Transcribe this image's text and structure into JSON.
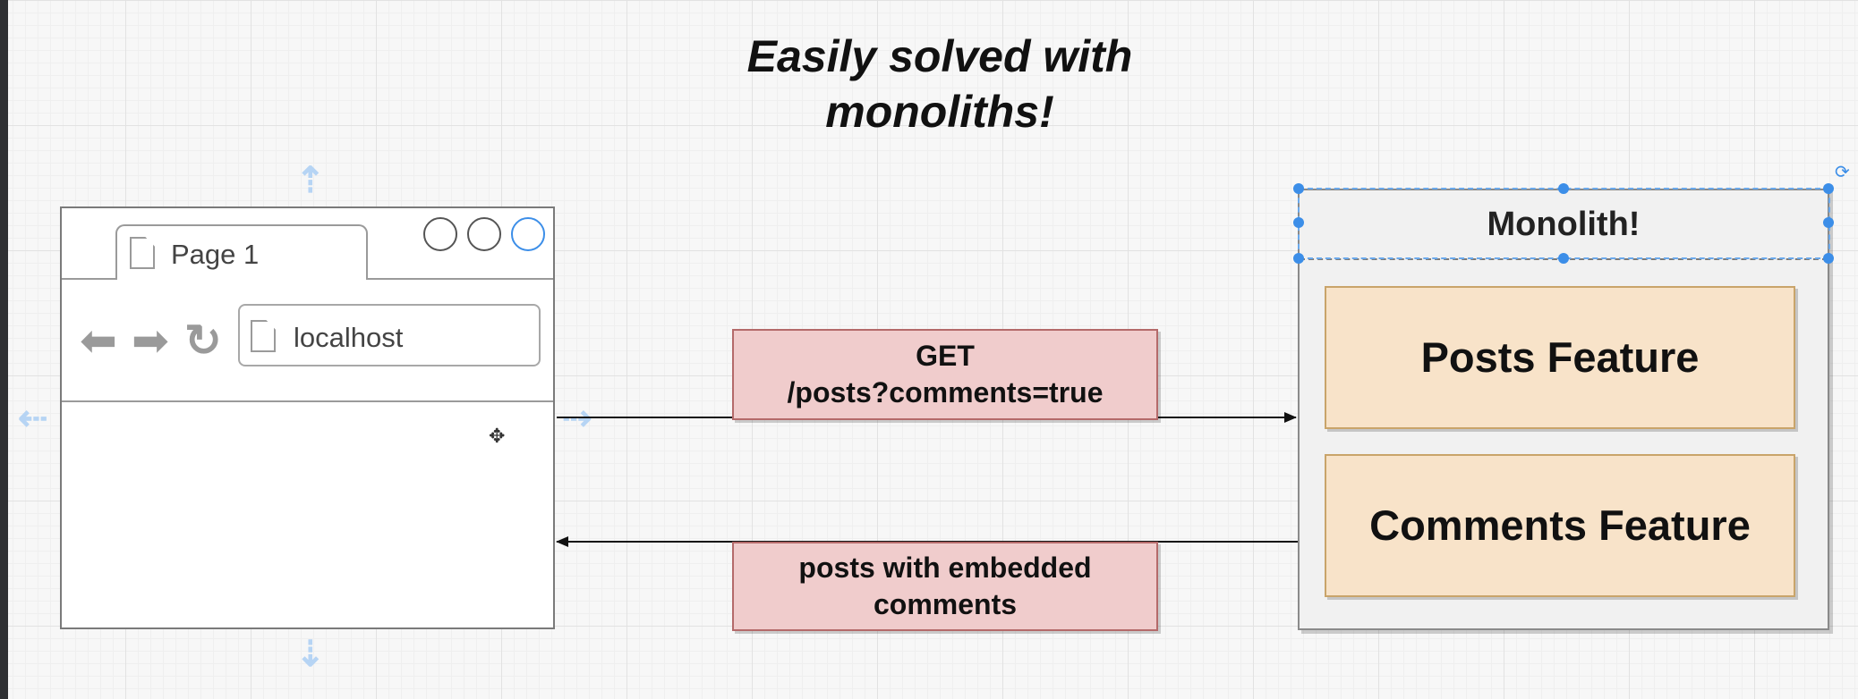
{
  "title": {
    "line1": "Easily solved with",
    "line2": "monoliths!"
  },
  "browser": {
    "tab_label": "Page 1",
    "address": "localhost",
    "back_icon": "back-arrow-icon",
    "forward_icon": "forward-arrow-icon",
    "reload_icon": "reload-icon"
  },
  "request": {
    "line1": "GET",
    "line2": "/posts?comments=true"
  },
  "response": {
    "line1": "posts with embedded",
    "line2": "comments"
  },
  "monolith": {
    "title": "Monolith!",
    "features": [
      "Posts Feature",
      "Comments Feature"
    ]
  },
  "colors": {
    "label_fill": "#f0cccc",
    "label_border": "#b46a6a",
    "feature_fill": "#f8e3c9",
    "feature_border": "#c9a46a",
    "selection": "#3c8ee8"
  }
}
